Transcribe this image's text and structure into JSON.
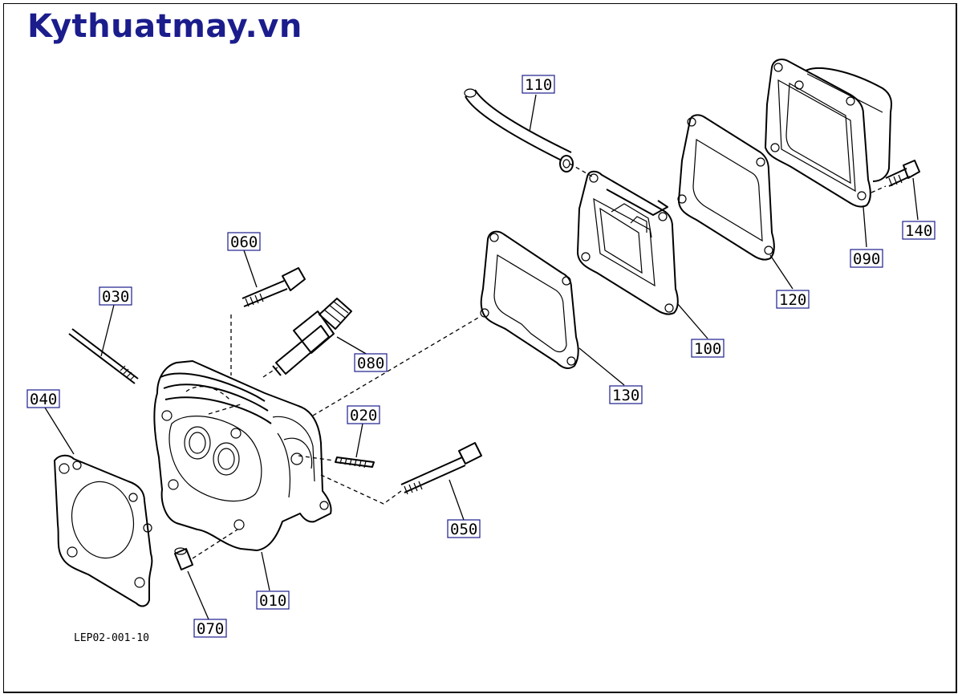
{
  "brand": "Kythuatmay.vn",
  "reference_code": "LEP02-001-10",
  "labels": {
    "l010": "010",
    "l020": "020",
    "l030": "030",
    "l040": "040",
    "l050": "050",
    "l060": "060",
    "l070": "070",
    "l080": "080",
    "l090": "090",
    "l100": "100",
    "l110": "110",
    "l120": "120",
    "l130": "130",
    "l140": "140"
  },
  "colors": {
    "brand": "#1b1d8c",
    "label_border": "#1b1d8c",
    "line": "#000000"
  }
}
